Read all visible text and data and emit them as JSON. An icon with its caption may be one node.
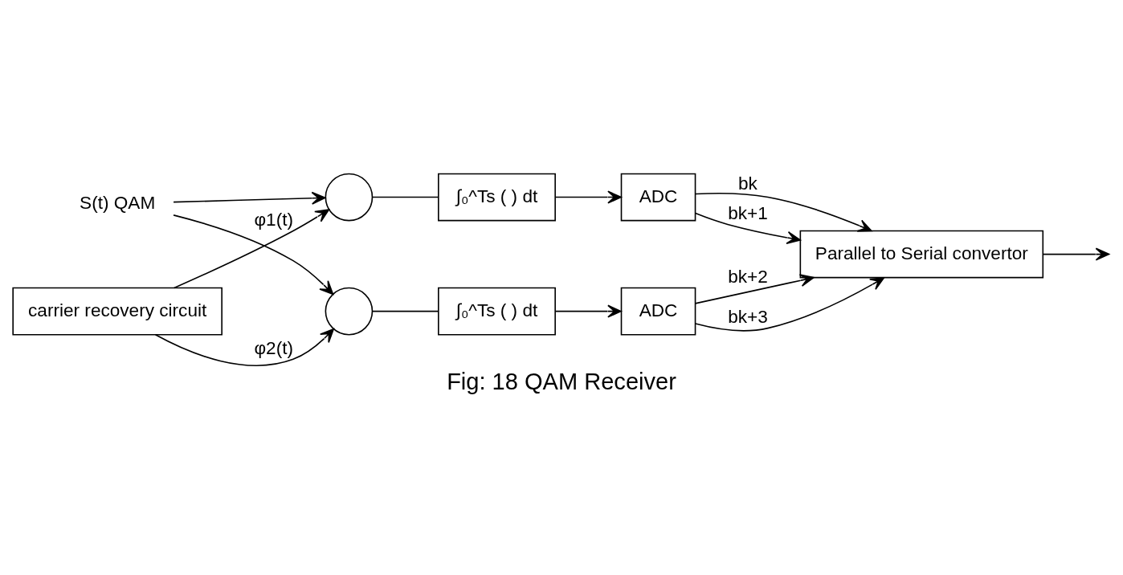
{
  "diagram": {
    "caption": "Fig: 18 QAM Receiver",
    "nodes": [
      {
        "text": [
          "S(t) QAM"
        ]
      },
      {
        "text": [],
        "shape": "circle"
      },
      {
        "text": [
          "∫₀^Ts ( ) dt"
        ]
      },
      {
        "text": [
          "ADC"
        ]
      },
      {
        "text": [],
        "shape": "circle"
      },
      {
        "text": [
          "∫₀^Ts ( ) dt"
        ]
      },
      {
        "text": [
          "ADC"
        ]
      },
      {
        "text": [
          "Parallel to Serial convertor"
        ]
      },
      {
        "text": [
          "carrier recovery circuit"
        ]
      }
    ],
    "edges": [
      {
        "from": 0,
        "to": 1,
        "arrow": "to"
      },
      {
        "from": 0,
        "to": 4,
        "arrow": "to"
      },
      {
        "from": 8,
        "to": 1,
        "arrow": "to",
        "label": "φ1(t)"
      },
      {
        "from": 8,
        "to": 4,
        "arrow": "to",
        "label": "φ2(t)"
      },
      {
        "from": 1,
        "to": 2,
        "arrow": "none"
      },
      {
        "from": 2,
        "to": 3,
        "arrow": "to"
      },
      {
        "from": 4,
        "to": 5,
        "arrow": "none"
      },
      {
        "from": 5,
        "to": 6,
        "arrow": "to"
      },
      {
        "from": 3,
        "to": 7,
        "arrow": "to",
        "label": "bk"
      },
      {
        "from": 3,
        "to": 7,
        "arrow": "to",
        "label": "bk+1"
      },
      {
        "from": 6,
        "to": 7,
        "arrow": "to",
        "label": "bk+2"
      },
      {
        "from": 6,
        "to": 7,
        "arrow": "to",
        "label": "bk+3"
      },
      {
        "from": 7,
        "to": null,
        "arrow": "to"
      }
    ]
  }
}
